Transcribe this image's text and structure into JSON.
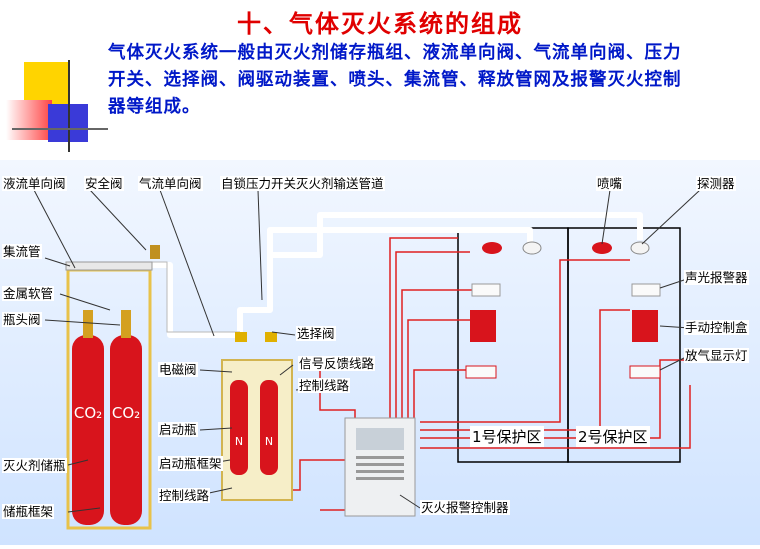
{
  "title": "十、气体灭火系统的组成",
  "intro": "气体灭火系统一般由灭火剂储存瓶组、液流单向阀、气流单向阀、压力开关、选择阀、阀驱动装置、喷头、集流管、释放管网及报警灭火控制器等组成。",
  "labels": {
    "liquid_check_valve": "液流单向阀",
    "safety_valve": "安全阀",
    "gas_check_valve": "气流单向阀",
    "pressure_switch_pipe": "自锁压力开关灭火剂输送管道",
    "nozzle": "喷嘴",
    "detector": "探测器",
    "manifold": "集流管",
    "metal_hose": "金属软管",
    "bottle_valve": "瓶头阀",
    "selector_valve": "选择阀",
    "solenoid_valve": "电磁阀",
    "feedback_line": "信号反馈线路",
    "control_line": "控制线路",
    "start_bottle": "启动瓶",
    "start_frame": "启动瓶框架",
    "control_line2": "控制线路",
    "agent_bottle": "灭火剂储瓶",
    "bottle_frame": "储瓶框架",
    "controller": "灭火报警控制器",
    "alarm": "声光报警器",
    "manual_box": "手动控制盒",
    "release_lamp": "放气显示灯",
    "zone1": "1号保护区",
    "zone2": "2号保护区"
  },
  "bottle_marks": {
    "co2": "CO₂",
    "n": "N"
  },
  "colors": {
    "title": "#e00000",
    "intro": "#0018c8",
    "cylinder": "#d8141c",
    "wire": "#e02020",
    "pipe": "#ffffff"
  }
}
